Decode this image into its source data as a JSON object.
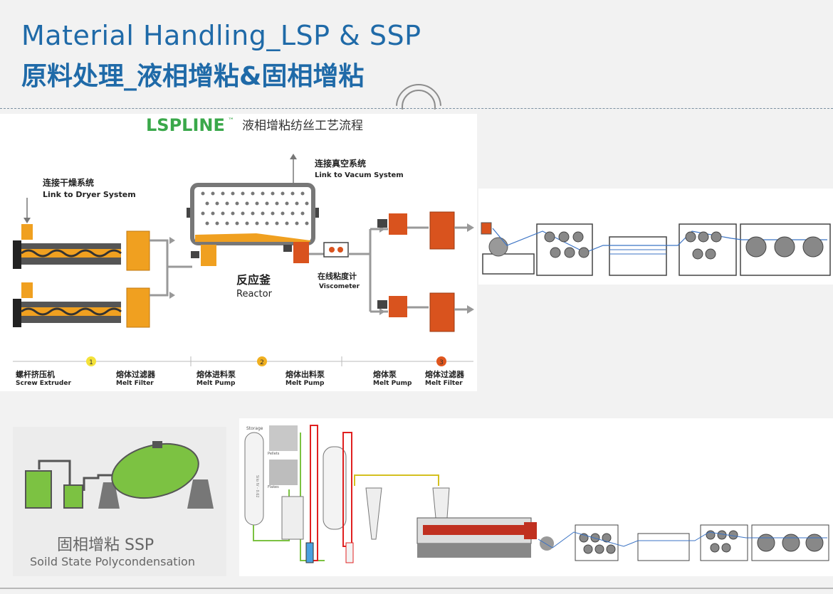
{
  "header": {
    "title_en": "Material Handling_LSP & SSP",
    "title_cn": "原料处理_液相增粘&固相增粘"
  },
  "lsp": {
    "brand": "LSPLINE",
    "brand_tm": "™",
    "brand_desc": "液相增粘纺丝工艺流程",
    "dryer_cn": "连接干燥系统",
    "dryer_en": "Link to Dryer System",
    "vacuum_cn": "连接真空系统",
    "vacuum_en": "Link to Vacum System",
    "reactor_cn": "反应釜",
    "reactor_en": "Reactor",
    "visco_cn": "在线粘度计",
    "visco_en": "Viscometer",
    "steps": [
      "1",
      "2",
      "3"
    ],
    "bottom_labels": [
      {
        "cn": "螺杆挤压机",
        "en": "Screw Extruder"
      },
      {
        "cn": "熔体过滤器",
        "en": "Melt Filter"
      },
      {
        "cn": "熔体进料泵",
        "en": "Melt Pump"
      },
      {
        "cn": "熔体出料泵",
        "en": "Melt Pump"
      },
      {
        "cn": "熔体泵",
        "en": "Melt Pump"
      },
      {
        "cn": "熔体过滤器",
        "en": "Melt Filter"
      }
    ]
  },
  "ssp": {
    "title_cn": "固相增粘 SSP",
    "title_en": "Soild State Polycondensation",
    "storage_label": "Storage",
    "pellets_label": "Pellets",
    "flakes_label": "Flakes",
    "silo_label": "Silo IV - 0.62"
  },
  "colors": {
    "title_blue": "#1f6aa8",
    "lsp_green": "#3aa84a",
    "orange": "#f0a020",
    "dark_orange": "#d9531e",
    "ssp_green": "#7cc242",
    "process_blue": "#3b73c4"
  }
}
